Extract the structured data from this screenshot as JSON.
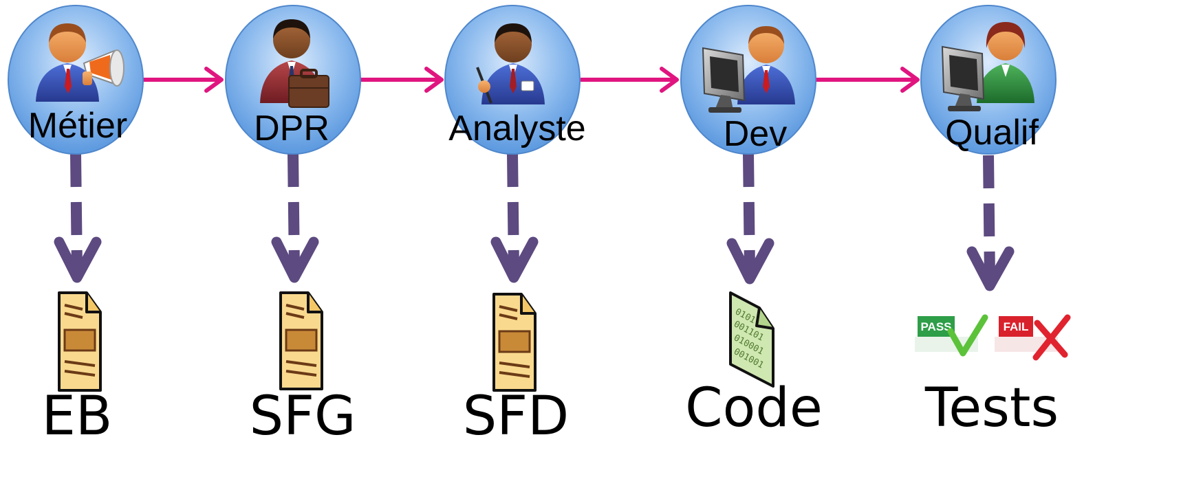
{
  "roles": [
    {
      "label": "Métier",
      "icon": "megaphone-person-icon"
    },
    {
      "label": "DPR",
      "icon": "briefcase-person-icon"
    },
    {
      "label": "Analyste",
      "icon": "writer-person-icon"
    },
    {
      "label": "Dev",
      "icon": "computer-person-icon"
    },
    {
      "label": "Qualif",
      "icon": "computer-person-icon"
    }
  ],
  "artifacts": [
    {
      "label": "EB",
      "icon": "document-icon"
    },
    {
      "label": "SFG",
      "icon": "document-icon"
    },
    {
      "label": "SFD",
      "icon": "document-icon"
    },
    {
      "label": "Code",
      "icon": "binary-file-icon"
    },
    {
      "label": "Tests",
      "icon": "pass-fail-icon"
    }
  ],
  "test_stamps": {
    "pass": "PASS",
    "fail": "FAIL"
  },
  "binary_lines": [
    "0101",
    "001101",
    "010001",
    "001001"
  ],
  "colors": {
    "flow_arrow": "#e0157f",
    "output_arrow": "#5c4a80",
    "circle_light": "#cfe2fa",
    "circle_dark": "#5f9be0",
    "document_fill": "#f9d98e",
    "code_fill": "#cfe7b0",
    "pass_green": "#2e9e48",
    "fail_red": "#d9212c"
  }
}
